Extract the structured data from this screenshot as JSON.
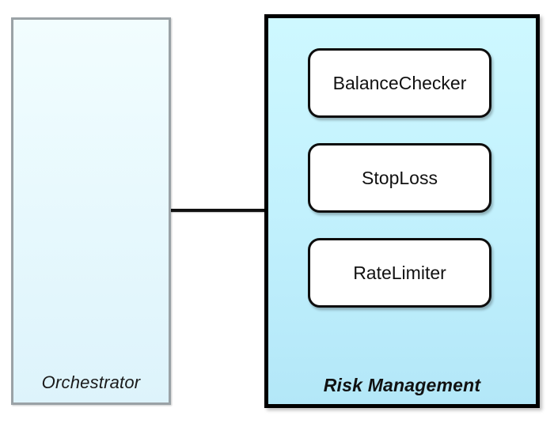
{
  "diagram": {
    "type": "component-diagram",
    "background_color": "#ffffff",
    "orchestrator": {
      "label": "Orchestrator",
      "fill_top": "#f2fdfe",
      "fill_bottom": "#ddf3fb",
      "border_color": "#9aa2a6"
    },
    "risk_management": {
      "label": "Risk Management",
      "fill_top": "#cef8ff",
      "fill_bottom": "#b3e7f8",
      "border_color": "#000000",
      "components": [
        {
          "label": "BalanceChecker"
        },
        {
          "label": "StopLoss"
        },
        {
          "label": "RateLimiter"
        }
      ]
    },
    "connector": {
      "from": "Orchestrator",
      "to": "Risk Management",
      "color": "#111111"
    }
  }
}
